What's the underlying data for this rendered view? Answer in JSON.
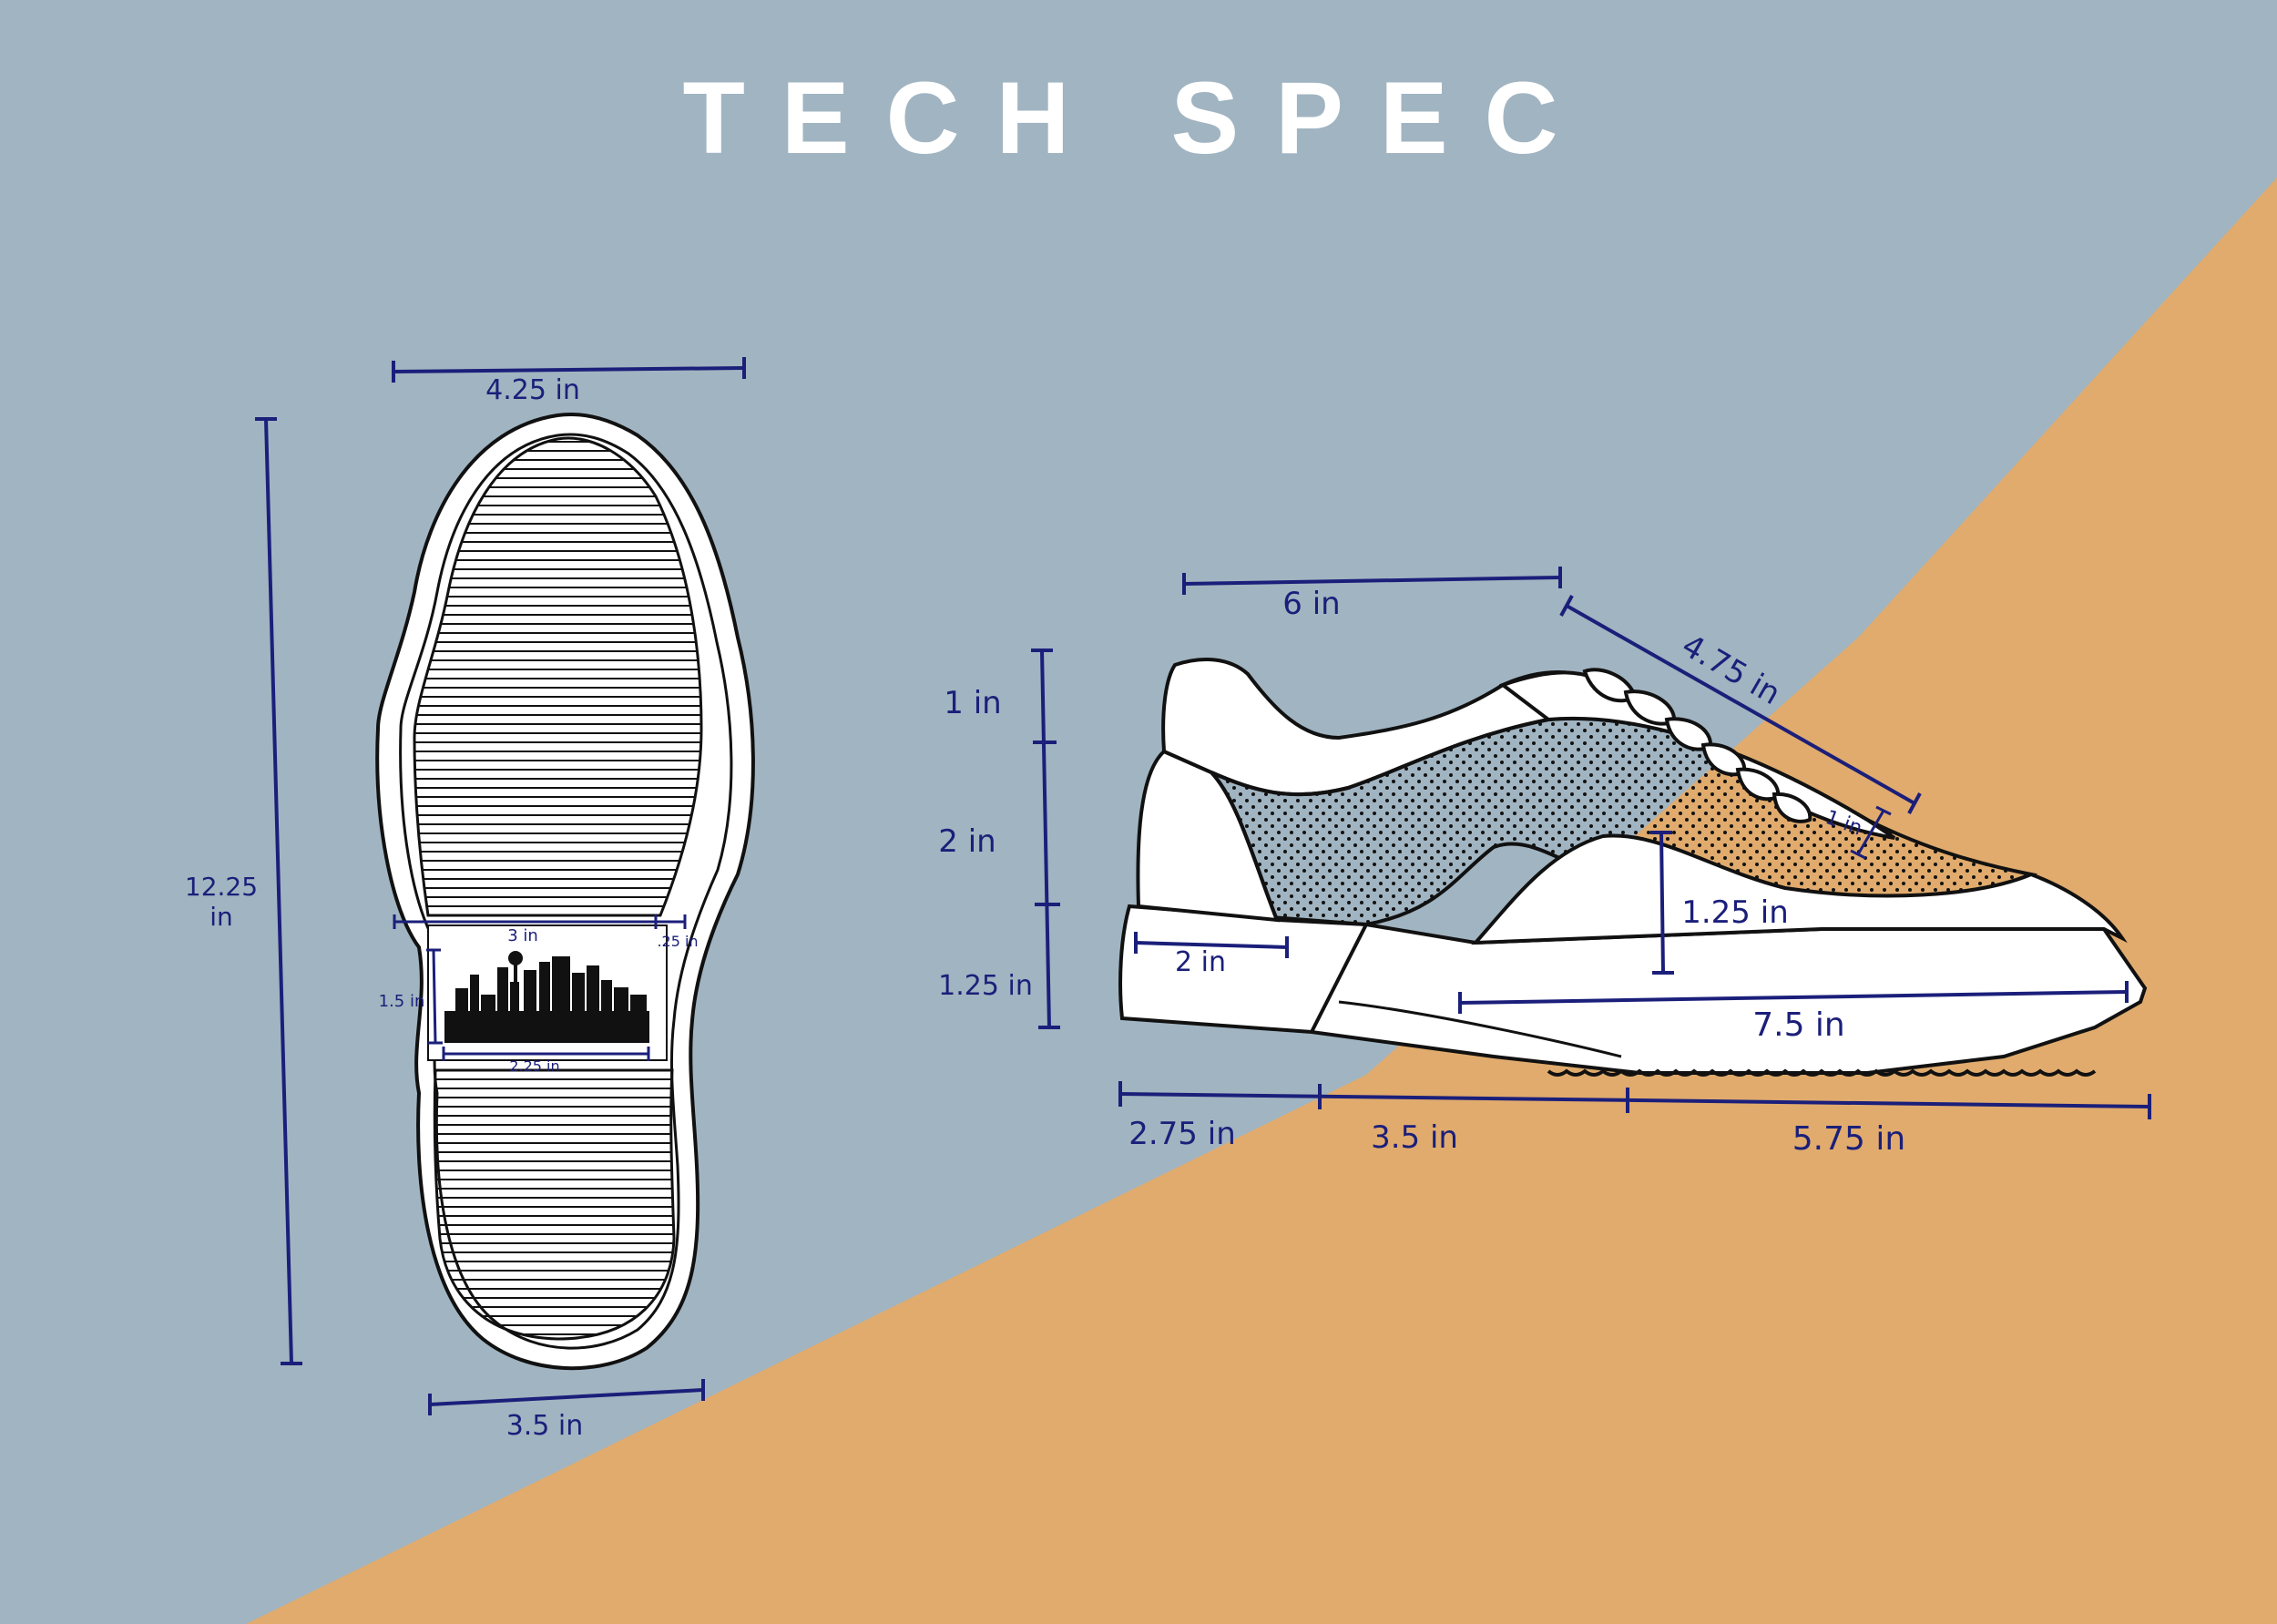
{
  "title": "TECH SPEC",
  "colors": {
    "background_blue": "#a1b4c1",
    "background_orange": "#e0ab6d",
    "dimension_ink": "#1b1f7a",
    "outline": "#111111",
    "fill": "#ffffff",
    "title_text": "#ffffff"
  },
  "sole_view": {
    "top_width": "4.25 in",
    "length": "12.25 in",
    "length_unit": "in",
    "length_value": "12.25",
    "bottom_width": "3.5 in",
    "plate_width": "3 in",
    "plate_side": ".25 in",
    "plate_height": "1.5 in",
    "skyline_width": "2.25 in"
  },
  "side_view": {
    "top_length": "6 in",
    "lace_length": "4.75 in",
    "eyelet_depth": "1 in",
    "height_top": "1 in",
    "height_mid": "2 in",
    "height_bottom": "1.25 in",
    "heel_base": "2 in",
    "toe_height": "1.25 in",
    "forefoot_length": "7.5 in",
    "segment_heel": "2.75 in",
    "segment_mid": "3.5  in",
    "segment_toe": "5.75 in"
  }
}
